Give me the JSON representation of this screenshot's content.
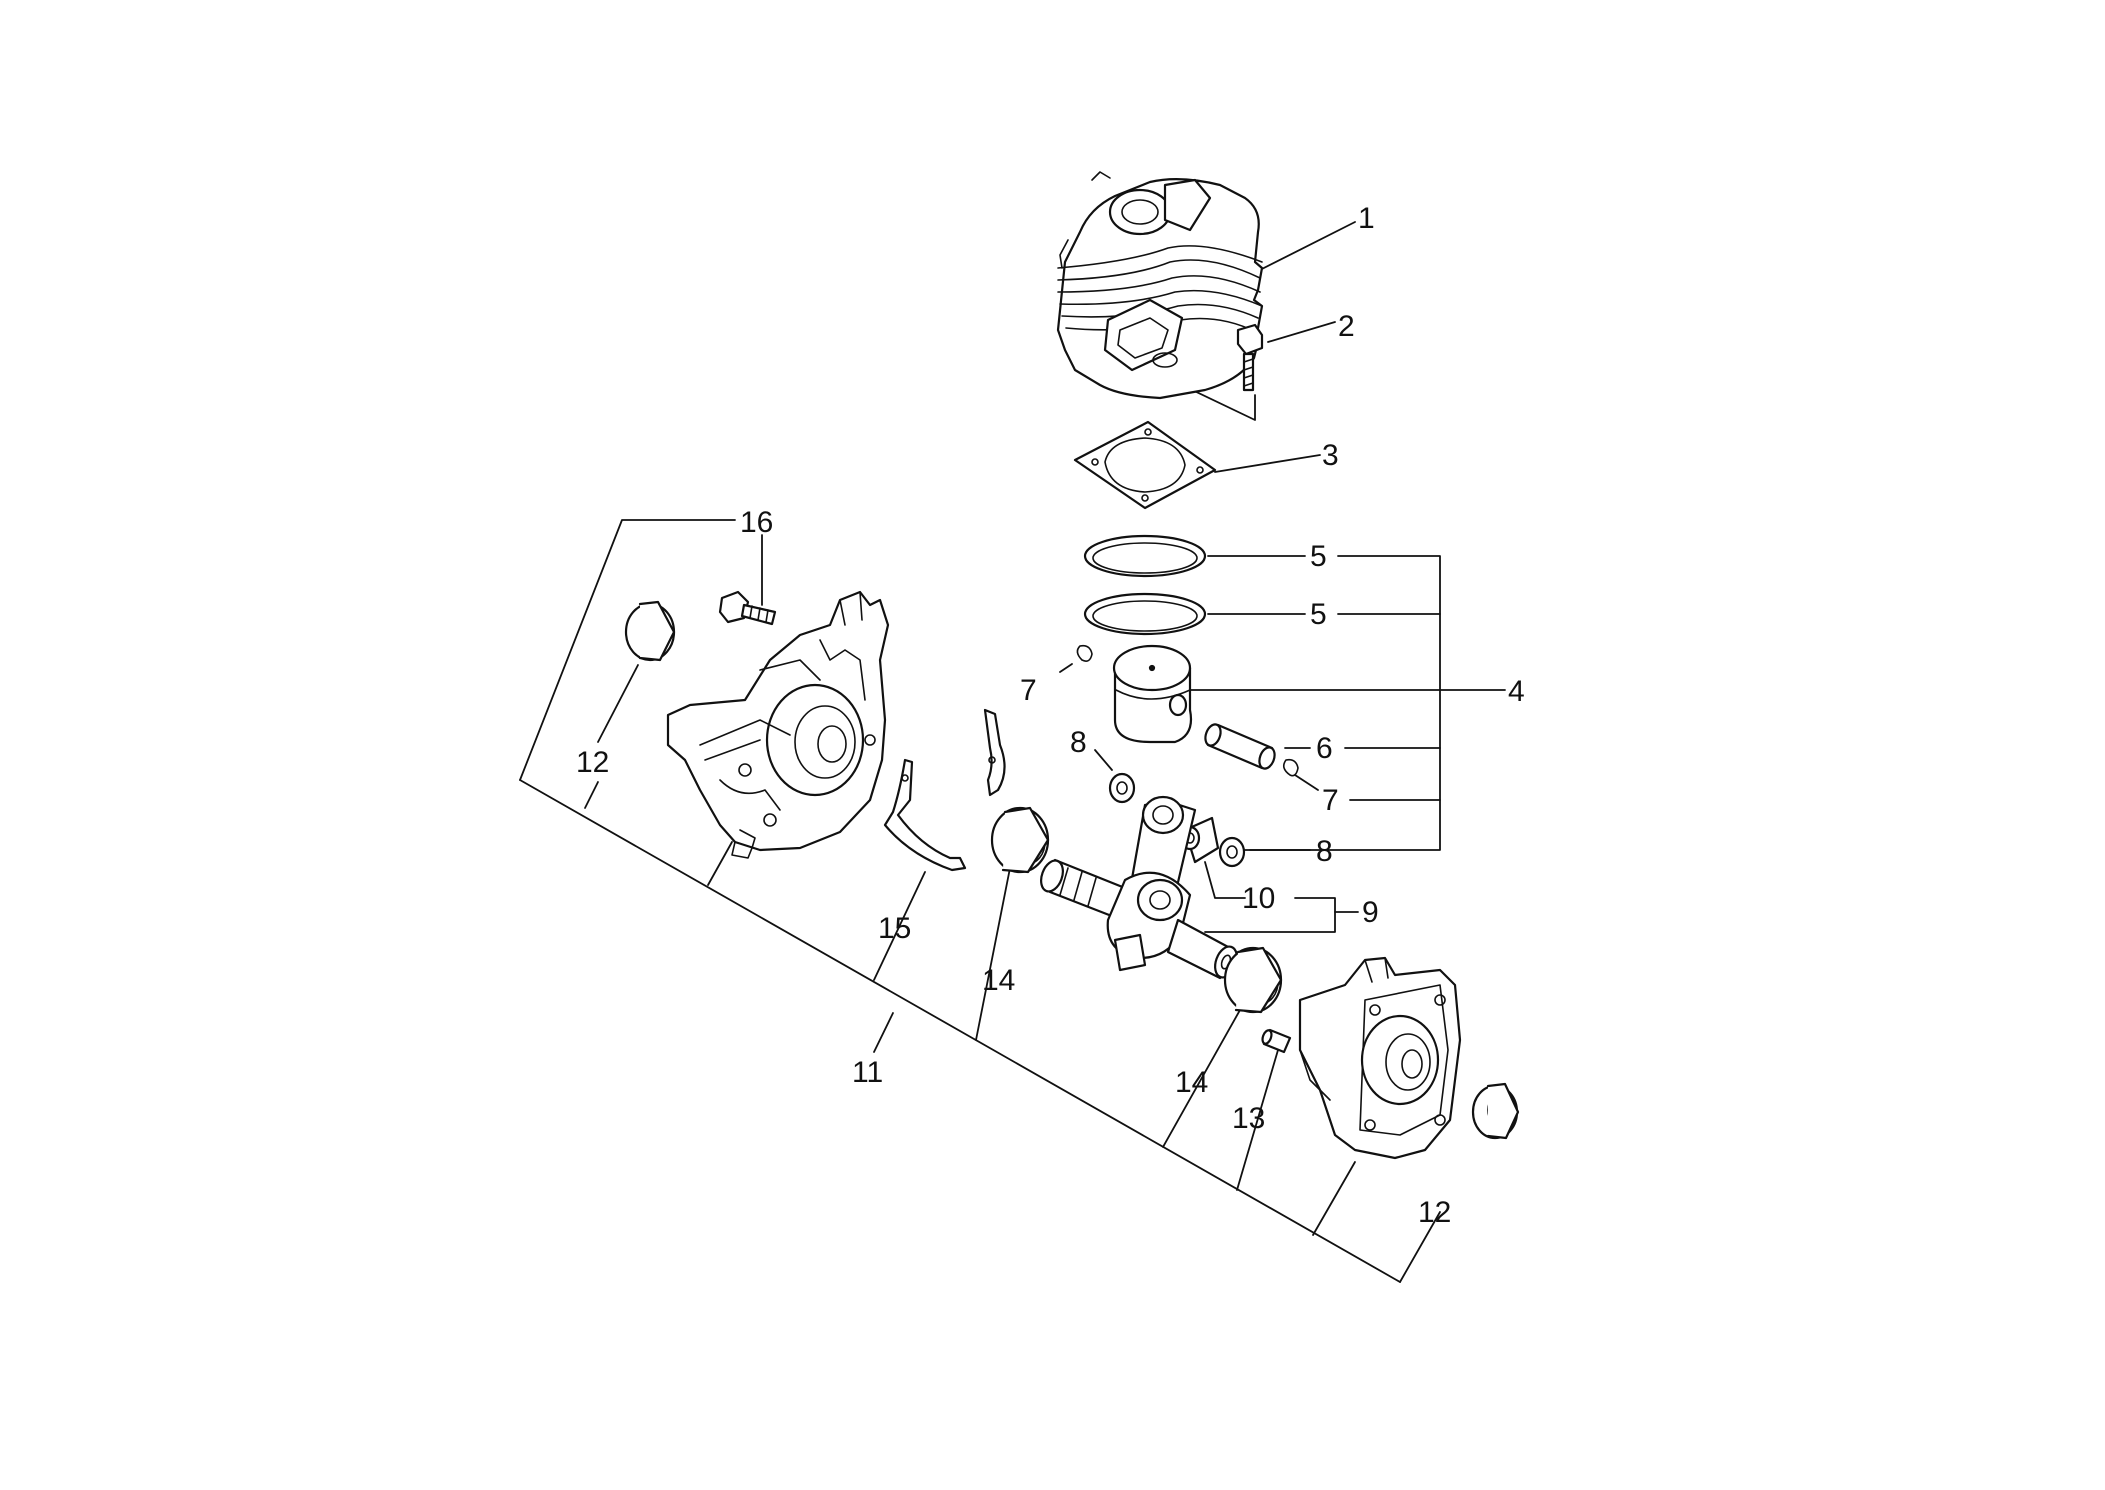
{
  "callouts": {
    "c1": "1",
    "c2": "2",
    "c3": "3",
    "c4": "4",
    "c5a": "5",
    "c5b": "5",
    "c6": "6",
    "c7a": "7",
    "c7b": "7",
    "c8a": "8",
    "c8b": "8",
    "c9": "9",
    "c10": "10",
    "c11": "11",
    "c12a": "12",
    "c12b": "12",
    "c13": "13",
    "c14a": "14",
    "c14b": "14",
    "c15": "15",
    "c16": "16"
  },
  "colors": {
    "line": "#111111",
    "background": "#ffffff"
  }
}
